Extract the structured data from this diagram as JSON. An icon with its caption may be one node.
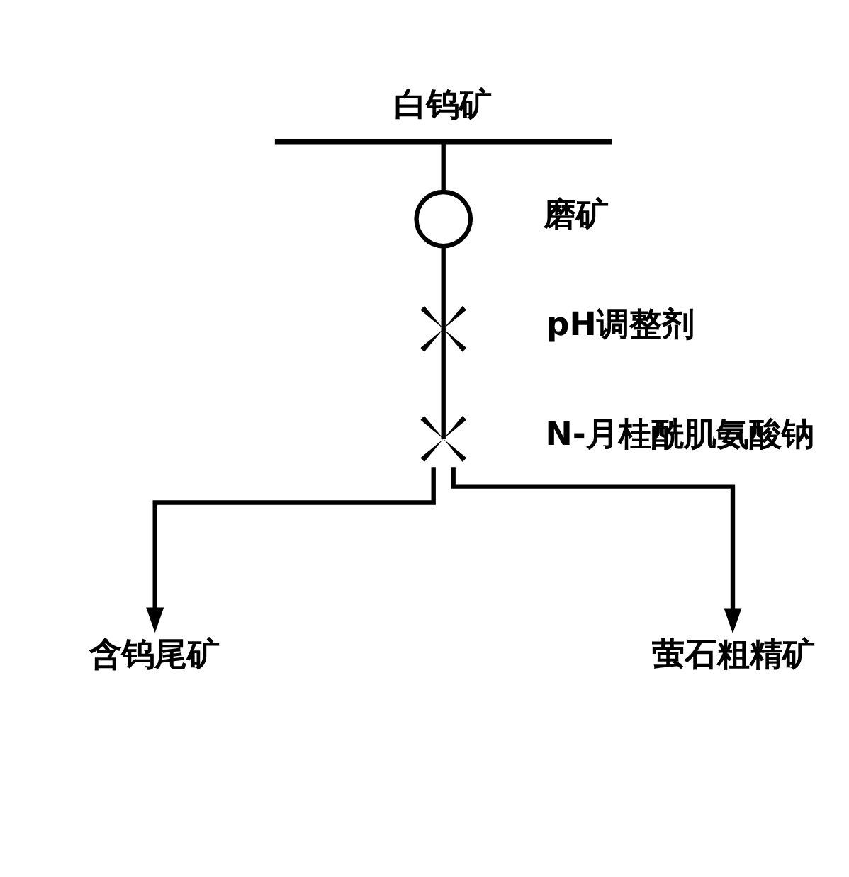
{
  "diagram": {
    "nodes": [
      {
        "text": [
          "白钨矿"
        ]
      },
      {
        "text": [],
        "shape": "circle",
        "beside": [
          "磨矿"
        ]
      },
      {
        "text": [],
        "shape": "cross",
        "beside": [
          "pH调整剂"
        ]
      },
      {
        "text": [],
        "shape": "cross",
        "beside": [
          "N-月桂酰肌氨酸钠"
        ]
      },
      {
        "text": [
          "含钨尾矿"
        ]
      },
      {
        "text": [
          "萤石粗精矿"
        ]
      }
    ],
    "edges": [
      {
        "from": 0,
        "to": 1,
        "arrow": "none"
      },
      {
        "from": 1,
        "to": 2,
        "arrow": "none"
      },
      {
        "from": 2,
        "to": 3,
        "arrow": "none"
      },
      {
        "from": 3,
        "to": 4,
        "arrow": "to"
      },
      {
        "from": 3,
        "to": 5,
        "arrow": "to"
      }
    ]
  }
}
